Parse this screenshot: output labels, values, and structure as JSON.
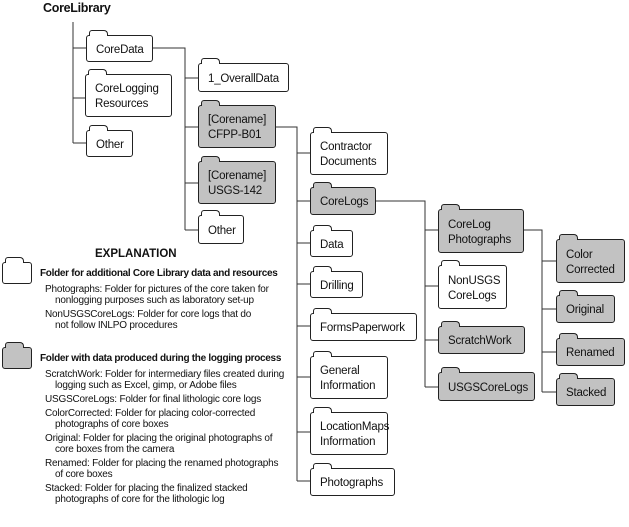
{
  "title": "CoreLibrary",
  "folders": {
    "coredata": "CoreData",
    "coreloggingresources": "CoreLogging\nResources",
    "other1": "Other",
    "overalldata": "1_OverallData",
    "cfpp": "[Corename]\nCFPP-B01",
    "usgs142": "[Corename]\nUSGS-142",
    "other2": "Other",
    "contractor": "Contractor\nDocuments",
    "corelogs": "CoreLogs",
    "data": "Data",
    "drilling": "Drilling",
    "forms": "FormsPaperwork",
    "general": "General\nInformation",
    "locationmaps": "LocationMaps\nInformation",
    "photographs": "Photographs",
    "corelogphotos": "CoreLog\nPhotographs",
    "nonusgs": "NonUSGS\nCoreLogs",
    "scratch": "ScratchWork",
    "usgscorelogs": "USGSCoreLogs",
    "colorcorrected": "Color\nCorrected",
    "original": "Original",
    "renamed": "Renamed",
    "stacked": "Stacked"
  },
  "explanation": {
    "heading": "EXPLANATION",
    "white_label": "Folder for additional Core Library data and resources",
    "white_items": [
      [
        "Photographs: Folder for pictures of the core taken for",
        "nonlogging purposes such as laboratory set-up"
      ],
      [
        "NonUSGSCoreLogs: Folder for core logs that do",
        "not follow INLPO procedures"
      ]
    ],
    "gray_label": "Folder with data produced during the logging process",
    "gray_items": [
      [
        "ScratchWork: Folder for intermediary files created during",
        "logging such as Excel, gimp, or Adobe files"
      ],
      [
        "USGSCoreLogs: Folder for final lithologic core logs",
        ""
      ],
      [
        "ColorCorrected: Folder for placing color-corrected",
        "photographs of core boxes"
      ],
      [
        "Original: Folder for placing the original photographs of",
        "core boxes from the camera"
      ],
      [
        "Renamed: Folder for placing the renamed photographs",
        "of core boxes"
      ],
      [
        "Stacked: Folder for placing the finalized stacked",
        "photographs of core for the lithologic log"
      ]
    ]
  },
  "colors": {
    "gray_folder": "#c2c2c2",
    "white_folder": "#ffffff"
  }
}
